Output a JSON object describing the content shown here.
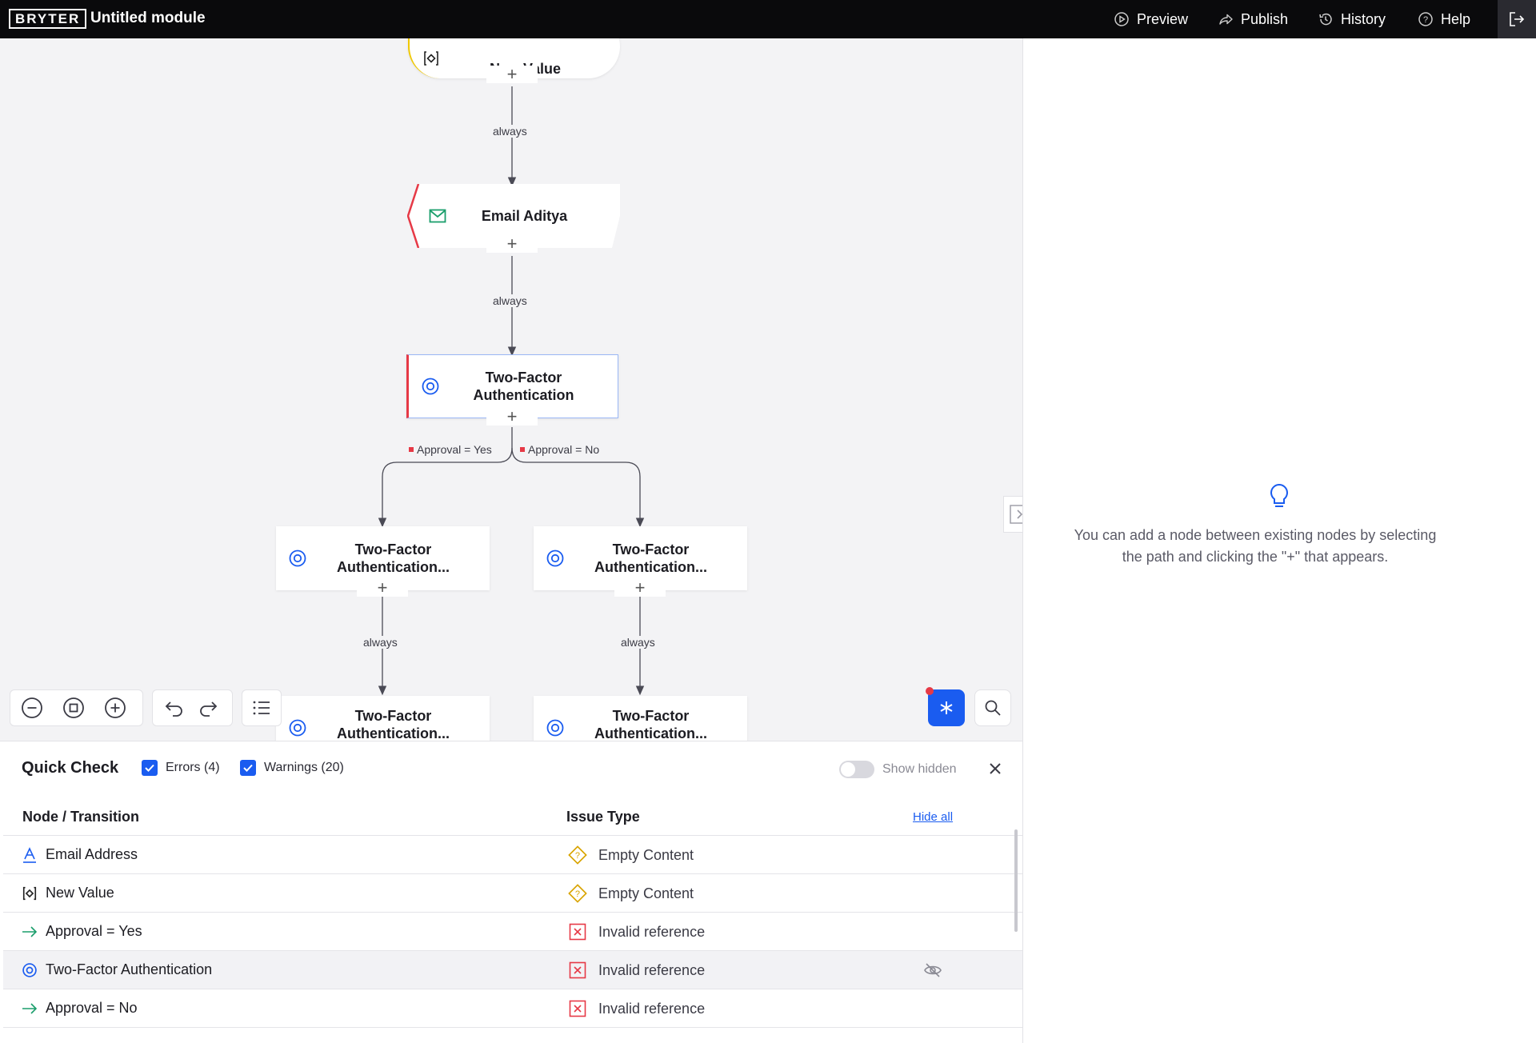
{
  "app": {
    "logo": "BRYTER",
    "module_title": "Untitled module"
  },
  "header_actions": [
    {
      "label": "Preview",
      "icon": "play-circle-icon"
    },
    {
      "label": "Publish",
      "icon": "share-arrow-icon"
    },
    {
      "label": "History",
      "icon": "history-icon"
    },
    {
      "label": "Help",
      "icon": "help-circle-icon"
    }
  ],
  "canvas": {
    "nodes": {
      "new_value": "New Value",
      "email": "Email Aditya",
      "tfa": [
        "Two-Factor",
        "Authentication"
      ],
      "tfa_left": [
        "Two-Factor",
        "Authentication..."
      ],
      "tfa_right": [
        "Two-Factor",
        "Authentication..."
      ],
      "tfa_bottom_left": [
        "Two-Factor",
        "Authentication..."
      ],
      "tfa_bottom_right": [
        "Two-Factor",
        "Authentication..."
      ]
    },
    "plus": "+",
    "edges": {
      "always_1": "always",
      "always_2": "always",
      "always_left": "always",
      "always_right": "always",
      "cond_yes": "Approval = Yes",
      "cond_no": "Approval = No"
    }
  },
  "right_panel": {
    "hint": "You can add a node between existing nodes by selecting the path and clicking the \"+\" that appears."
  },
  "quick_check": {
    "title": "Quick Check",
    "errors_label": "Errors (4)",
    "warnings_label": "Warnings (20)",
    "show_hidden_label": "Show hidden",
    "columns": {
      "node": "Node / Transition",
      "issue": "Issue Type"
    },
    "hide_all": "Hide all",
    "rows": [
      {
        "node": "Email Address",
        "node_icon": "text-a-icon",
        "issue": "Empty Content",
        "issue_type": "warning"
      },
      {
        "node": "New Value",
        "node_icon": "new-value-icon",
        "issue": "Empty Content",
        "issue_type": "warning"
      },
      {
        "node": "Approval = Yes",
        "node_icon": "arrow-right-icon",
        "issue": "Invalid reference",
        "issue_type": "error"
      },
      {
        "node": "Two-Factor Authentication",
        "node_icon": "target-icon",
        "issue": "Invalid reference",
        "issue_type": "error"
      },
      {
        "node": "Approval = No",
        "node_icon": "arrow-right-icon",
        "issue": "Invalid reference",
        "issue_type": "error"
      }
    ]
  },
  "colors": {
    "accent": "#1a5cf0",
    "error": "#e63946",
    "warning": "#d9a400",
    "email_green": "#1a9e6b"
  }
}
